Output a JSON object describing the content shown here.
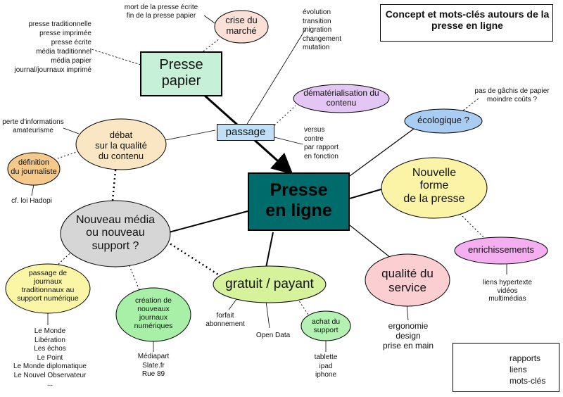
{
  "title": "Concept et mots-clés autours de la\npresse en ligne",
  "center": "Presse\nen ligne",
  "presse_papier": "Presse\npapier",
  "passage": "passage",
  "crise": "crise du\nmarché",
  "crise_notes": "mort de la presse écrite\nfin de la presse papier",
  "papier_synonyms": "presse traditionnelle\npresse imprimée\npresse écrite\nmédia traditionnel\nmédia papier\njournal/journaux imprimé",
  "evolution_notes": "évolution\ntransition\nmigration\nchangement\nmutation",
  "dematerialisation": "dématérialisation du\ncontenu",
  "versus_notes": "versus\ncontre\npar rapport\nen fonction",
  "ecologique": "écologique ?",
  "ecologique_notes": "pas de gâchis de papier\nmoindre coûts ?",
  "debat": "débat\nsur la qualité\ndu contenu",
  "debat_notes": "perte d'informations\namateurisme",
  "definition": "définition\ndu journaliste",
  "hadopi": "cf. loi Hadopi",
  "nouvelle_forme": "Nouvelle\nforme\nde la presse",
  "enrichissements": "enrichissements",
  "enrich_notes": "liens hypertexte\nvidéos\nmultimédias",
  "qualite": "qualité du\nservice",
  "qualite_notes": "ergonomie\ndesign\nprise en main",
  "nouveau_media": "Nouveau média\nou nouveau\nsupport ?",
  "passage_journaux": "passage de\njournaux\ntraditionnaux au\nsupport numérique",
  "journaux_list": "Le Monde\nLibération\nLes échos\nLe Point\nLe Monde diplomatique\nLe Nouvel Observateur\n...",
  "creation": "création de\nnouveaux\njournaux\nnumériques",
  "creation_list": "Médiapart\nSlate.fr\nRue 89",
  "gratuit": "gratuit / payant",
  "forfait": "forfait\nabonnement",
  "open_data": "Open Data",
  "achat": "achat du\nsupport",
  "achat_notes": "tablette\nipad\niphone",
  "legend": {
    "rapports": "rapports",
    "liens": "liens",
    "mots_cles": "mots-clés"
  },
  "colors": {
    "center_fill": "#006b6b",
    "papier_fill": "#c6f0d8",
    "passage_fill": "#bfe0f7",
    "crise_fill": "#fbe0d8",
    "demat_fill": "#e3c6f3",
    "ecolo_fill": "#a9cdf2",
    "debat_fill": "#fbe6c4",
    "definition_fill": "#f5c98c",
    "nouvelle_fill": "#fbf3a6",
    "enrich_fill": "#f5aef0",
    "qualite_fill": "#fbcfd2",
    "nouveau_fill": "#d6d6d6",
    "journaux_fill": "#fbf5a6",
    "creation_fill": "#a8f0a8",
    "gratuit_fill": "#d6f29a",
    "achat_fill": "#b4f2b4"
  }
}
